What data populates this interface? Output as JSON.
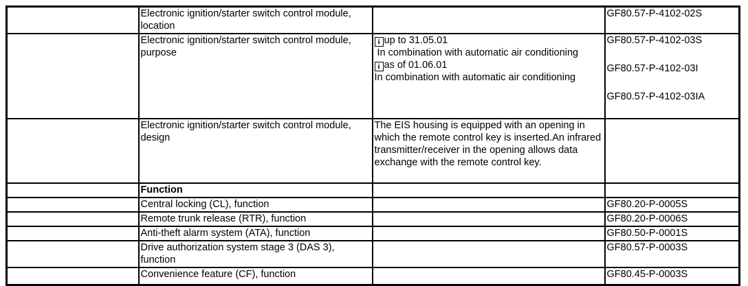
{
  "colors": {
    "background": "#ffffff",
    "text": "#000000",
    "border": "#000000"
  },
  "info_icon": {
    "glyph": "i"
  },
  "table": {
    "rows": {
      "location": {
        "label": "Electronic ignition/starter switch control module, location",
        "code": "GF80.57-P-4102-02S"
      },
      "purpose": {
        "label": "Electronic ignition/starter switch control module, purpose",
        "note1": "up to 31.05.01",
        "note2": " In combination with automatic air conditioning",
        "note3": "as of 01.06.01",
        "note4": "In combination with automatic air conditioning",
        "code1": "GF80.57-P-4102-03S",
        "code2": "GF80.57-P-4102-03I",
        "code3": "GF80.57-P-4102-03IA"
      },
      "design": {
        "label": "Electronic ignition/starter switch control module, design",
        "description": "The EIS housing is equipped with an opening in which the remote control key is inserted.An infrared transmitter/receiver in the opening allows data exchange with the remote control key."
      },
      "function_header": {
        "label": "Function"
      },
      "central_locking": {
        "label": "Central locking (CL), function",
        "code": "GF80.20-P-0005S"
      },
      "remote_trunk_release": {
        "label": "Remote trunk release (RTR), function",
        "code": "GF80.20-P-0006S"
      },
      "anti_theft_alarm": {
        "label": "Anti-theft alarm system (ATA), function",
        "code": "GF80.50-P-0001S"
      },
      "drive_authorization": {
        "label": "Drive authorization system stage 3 (DAS 3), function",
        "code": "GF80.57-P-0003S"
      },
      "convenience_feature": {
        "label": "Convenience feature (CF), function",
        "code": "GF80.45-P-0003S"
      }
    }
  }
}
